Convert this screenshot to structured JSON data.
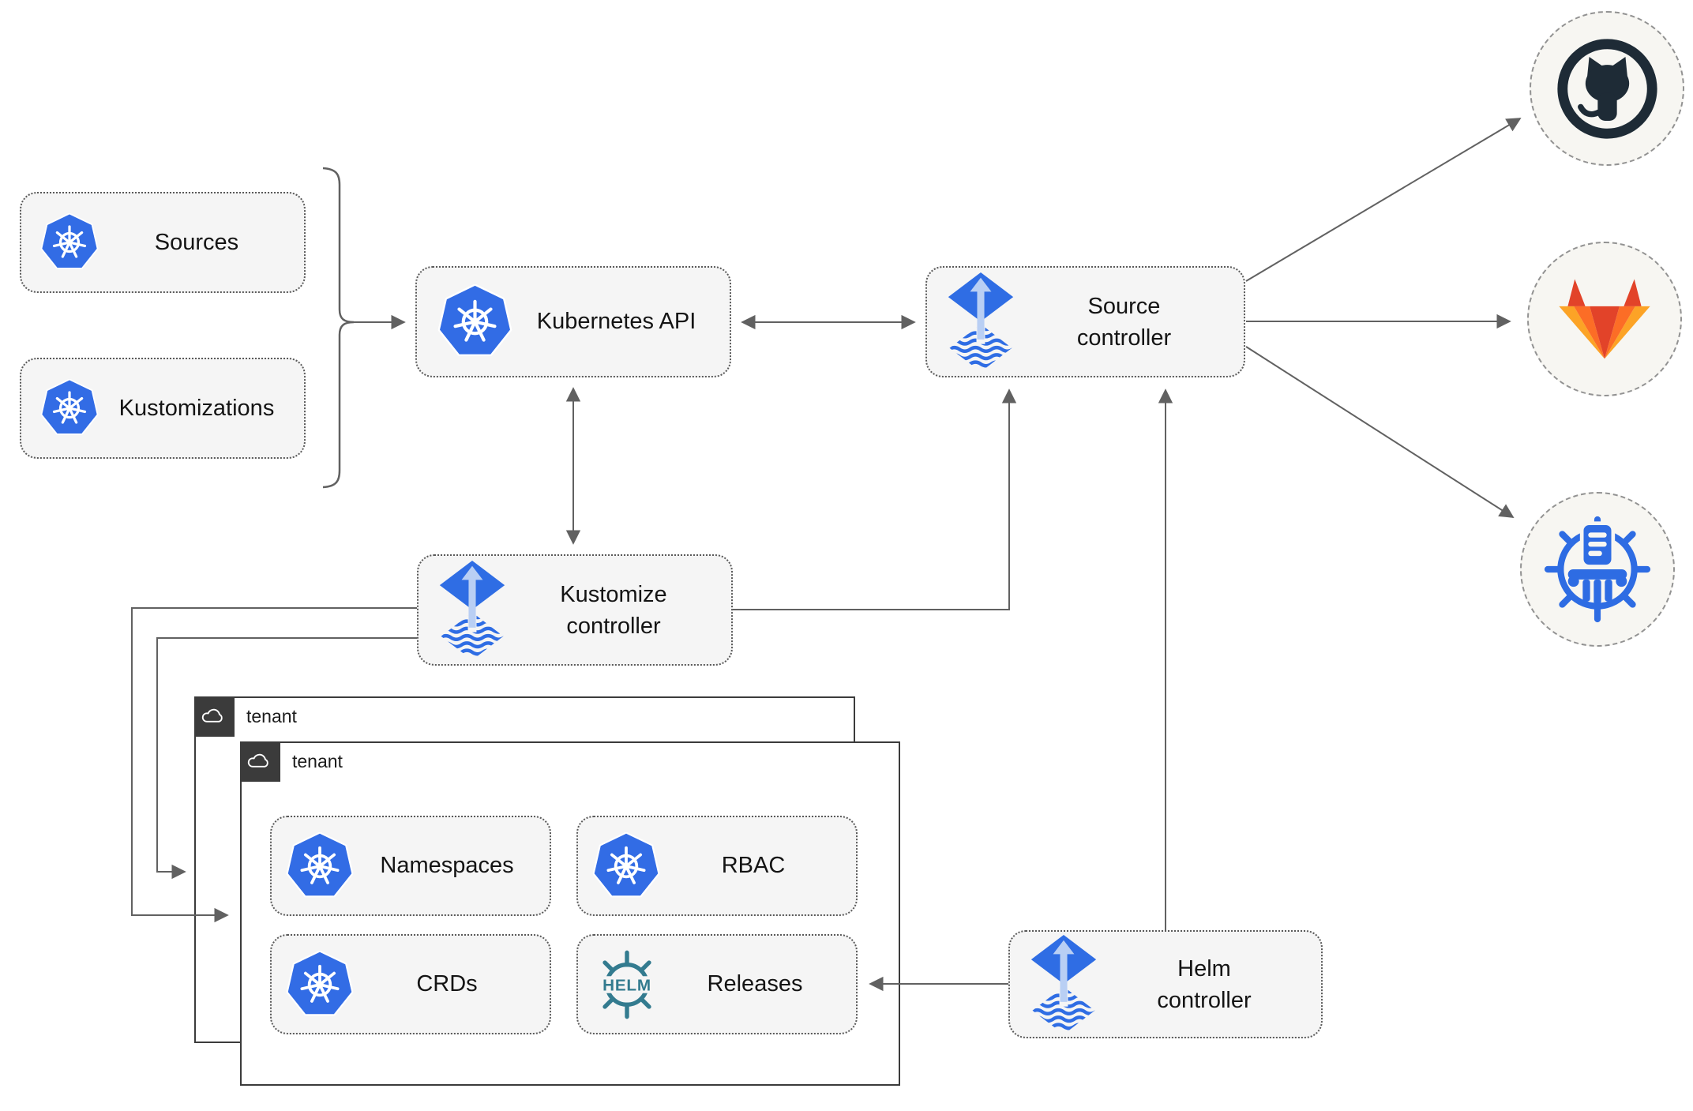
{
  "nodes": {
    "sources": {
      "label": "Sources"
    },
    "kustomizations": {
      "label": "Kustomizations"
    },
    "kubernetes_api": {
      "label": "Kubernetes API"
    },
    "source_controller": {
      "line1": "Source",
      "line2": "controller"
    },
    "kustomize_controller": {
      "line1": "Kustomize",
      "line2": "controller"
    },
    "helm_controller": {
      "line1": "Helm",
      "line2": "controller"
    }
  },
  "tenants": {
    "back_label": "tenant",
    "front_label": "tenant"
  },
  "resources": [
    {
      "label": "Namespaces",
      "icon": "kubernetes-icon"
    },
    {
      "label": "RBAC",
      "icon": "kubernetes-icon"
    },
    {
      "label": "CRDs",
      "icon": "kubernetes-icon"
    },
    {
      "label": "Releases",
      "icon": "helm-icon"
    }
  ],
  "helm_wheel_text": "HELM",
  "remotes": [
    {
      "icon": "github-icon"
    },
    {
      "icon": "gitlab-icon"
    },
    {
      "icon": "chartmuseum-icon"
    }
  ],
  "colors": {
    "k8s-blue": "#326CE5",
    "flux-blue": "#2F6DE4",
    "flux-light": "#B9CFF4",
    "helm-teal": "#337B8F",
    "github-dark": "#1E2B36",
    "gitlab-orange": "#E24329",
    "gitlab-light": "#FCA326",
    "gitlab-mid": "#FC6D26",
    "museum-blue": "#2E6CE3",
    "line-gray": "#616161",
    "box-fill": "#F5F5F5",
    "box-border": "#5A5A5A",
    "tenant-border": "#3B3B3B",
    "circle-fill": "#F7F6F2"
  }
}
